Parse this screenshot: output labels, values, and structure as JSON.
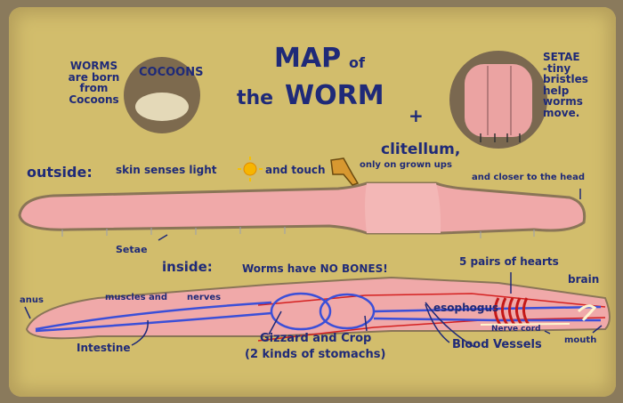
{
  "title": {
    "map": "MAP",
    "of": "of",
    "the": "the",
    "worm": "WORM"
  },
  "intro": {
    "line1": "WORMS",
    "line2": "are born",
    "line3": "from",
    "line4": "Cocoons",
    "cocoons_label": "COCOONS"
  },
  "plus": "+",
  "setae_note": {
    "line1": "SETAE",
    "line2": "-tiny",
    "line3": "bristles",
    "line4": "help",
    "line5": "worms",
    "line6": "move."
  },
  "outside": {
    "heading": "outside:",
    "skin": "skin senses light",
    "touch": "and touch",
    "clitellum": "clitellum,",
    "grown_ups": "only on grown ups",
    "closer": "and closer to the head",
    "setae": "Setae"
  },
  "inside": {
    "heading": "inside:",
    "no_bones": "Worms have NO BONES!",
    "hearts": "5 pairs of hearts",
    "brain": "brain",
    "anus": "anus",
    "muscles": "muscles and",
    "nerves": "nerves",
    "esophogus": "esophogus",
    "intestine": "Intestine",
    "gizzard": "Gizzard and Crop",
    "stomachs": "(2 kinds of stomachs)",
    "blood": "Blood Vessels",
    "nerve_cord": "Nerve cord",
    "mouth": "mouth"
  },
  "colors": {
    "ink": "#1f2a78",
    "worm": "#f0a9a9",
    "paper": "#d2bd6c",
    "vessel": "#d42020",
    "nerve": "#3b4fd8"
  }
}
